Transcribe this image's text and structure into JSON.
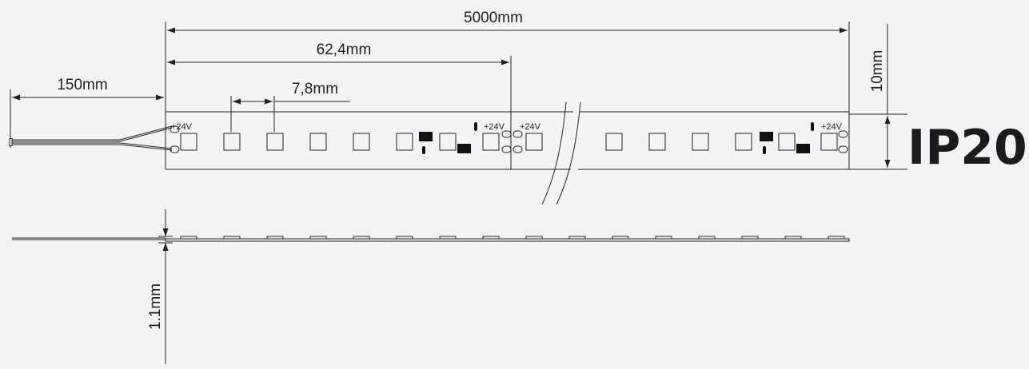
{
  "dimensions": {
    "total_length": "5000mm",
    "segment_length": "62,4mm",
    "led_pitch": "7,8mm",
    "cable_length": "150mm",
    "strip_width": "10mm",
    "thickness": "1.1mm"
  },
  "pad_labels": {
    "start_segment_1": "+24V",
    "end_segment_1": "+24V",
    "start_segment_2": "+24V",
    "end_segment_last": "+24V"
  },
  "ip_rating": "IP20",
  "colors": {
    "background": "#f1f3f6",
    "line": "#222222",
    "component": "#111111"
  }
}
